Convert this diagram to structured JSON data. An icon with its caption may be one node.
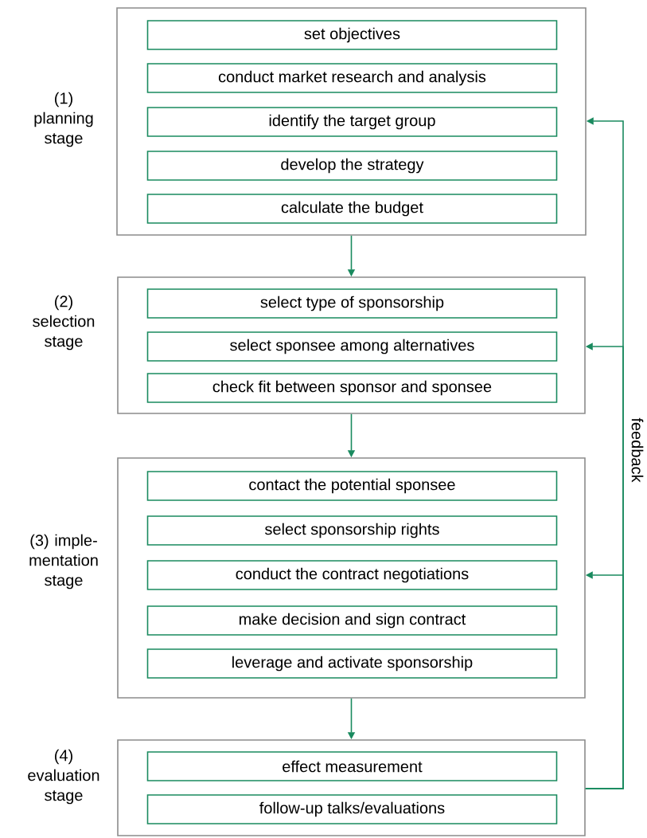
{
  "diagram": {
    "nodes": [
      {
        "text": [
          "(1) planning stage"
        ]
      },
      {
        "text": [
          "set objectives"
        ],
        "in": 0
      },
      {
        "text": [
          "conduct market research and analysis"
        ],
        "in": 0
      },
      {
        "text": [
          "identify the target group"
        ],
        "in": 0
      },
      {
        "text": [
          "develop the strategy"
        ],
        "in": 0
      },
      {
        "text": [
          "calculate the budget"
        ],
        "in": 0
      },
      {
        "text": [
          "(2) selection stage"
        ]
      },
      {
        "text": [
          "select type of sponsorship"
        ],
        "in": 6
      },
      {
        "text": [
          "select sponsee among alternatives"
        ],
        "in": 6
      },
      {
        "text": [
          "check fit between sponsor and sponsee"
        ],
        "in": 6
      },
      {
        "text": [
          "(3) imple-mentation stage"
        ]
      },
      {
        "text": [
          "contact the potential sponsee"
        ],
        "in": 10
      },
      {
        "text": [
          "select sponsorship rights"
        ],
        "in": 10
      },
      {
        "text": [
          "conduct the contract negotiations"
        ],
        "in": 10
      },
      {
        "text": [
          "make decision and sign contract"
        ],
        "in": 10
      },
      {
        "text": [
          "leverage and activate sponsorship"
        ],
        "in": 10
      },
      {
        "text": [
          "(4) evaluation stage"
        ]
      },
      {
        "text": [
          "effect measurement"
        ],
        "in": 16
      },
      {
        "text": [
          "follow-up talks/evaluations"
        ],
        "in": 16
      }
    ],
    "edges": [
      {
        "from": 0,
        "to": 6,
        "arrow": "to"
      },
      {
        "from": 6,
        "to": 10,
        "arrow": "to"
      },
      {
        "from": 10,
        "to": 16,
        "arrow": "to"
      },
      {
        "from": 16,
        "to": 0,
        "arrow": "to"
      },
      {
        "from": 16,
        "to": 6,
        "arrow": "to",
        "label": "feedback"
      },
      {
        "from": 16,
        "to": 10,
        "arrow": "to"
      }
    ]
  }
}
